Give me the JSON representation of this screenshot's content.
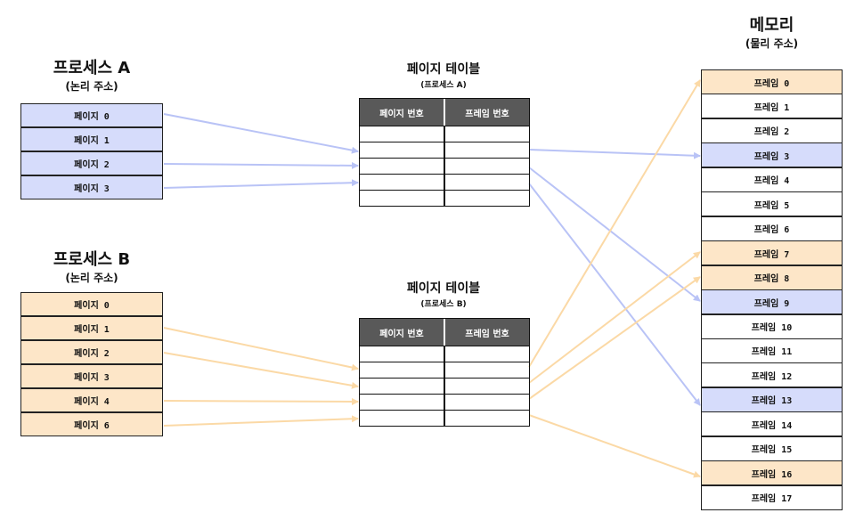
{
  "colors": {
    "blue_fill": "#d6dcfb",
    "orange_fill": "#fde6c8",
    "blue_arrow": "#b9c3f6",
    "orange_arrow": "#fbd9a6",
    "table_header": "#595959"
  },
  "process_a": {
    "title": "프로세스 A",
    "subtitle": "(논리 주소)",
    "pages": [
      "페이지 0",
      "페이지 1",
      "페이지 2",
      "페이지 3"
    ]
  },
  "process_b": {
    "title": "프로세스 B",
    "subtitle": "(논리 주소)",
    "pages": [
      "페이지 0",
      "페이지 1",
      "페이지 2",
      "페이지 3",
      "페이지 4",
      "페이지 6"
    ]
  },
  "table_a": {
    "title": "페이지 테이블",
    "subtitle": "(프로세스 A)",
    "col_page": "페이지 번호",
    "col_frame": "프레임 번호"
  },
  "table_b": {
    "title": "페이지 테이블",
    "subtitle": "(프로세스 B)",
    "col_page": "페이지 번호",
    "col_frame": "프레임 번호"
  },
  "memory": {
    "title": "메모리",
    "subtitle": "(물리 주소)",
    "frames": [
      {
        "label": "프레임 0",
        "owner": "B"
      },
      {
        "label": "프레임 1",
        "owner": ""
      },
      {
        "label": "프레임 2",
        "owner": ""
      },
      {
        "label": "프레임 3",
        "owner": "A"
      },
      {
        "label": "프레임 4",
        "owner": ""
      },
      {
        "label": "프레임 5",
        "owner": ""
      },
      {
        "label": "프레임 6",
        "owner": ""
      },
      {
        "label": "프레임 7",
        "owner": "B"
      },
      {
        "label": "프레임 8",
        "owner": "B"
      },
      {
        "label": "프레임 9",
        "owner": "A"
      },
      {
        "label": "프레임 10",
        "owner": ""
      },
      {
        "label": "프레임 11",
        "owner": ""
      },
      {
        "label": "프레임 12",
        "owner": ""
      },
      {
        "label": "프레임 13",
        "owner": "A"
      },
      {
        "label": "프레임 14",
        "owner": ""
      },
      {
        "label": "프레임 15",
        "owner": ""
      },
      {
        "label": "프레임 16",
        "owner": "B"
      },
      {
        "label": "프레임 17",
        "owner": ""
      }
    ]
  }
}
